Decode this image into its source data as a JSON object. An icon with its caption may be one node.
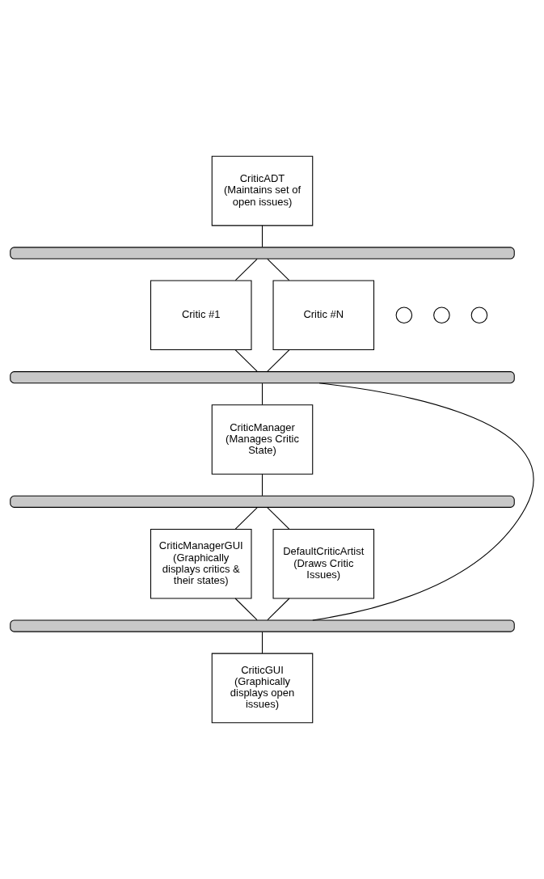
{
  "diagram": {
    "nodes": [
      {
        "text": [
          "CriticADT",
          "(Maintains set of open issues)"
        ]
      },
      {
        "text": [],
        "shape": "bar"
      },
      {
        "text": [
          "Critic #1"
        ]
      },
      {
        "text": [],
        "shape": "circle"
      },
      {
        "text": [],
        "shape": "circle"
      },
      {
        "text": [],
        "shape": "circle"
      },
      {
        "text": [
          "Critic #N"
        ]
      },
      {
        "text": [],
        "shape": "bar"
      },
      {
        "text": [
          "CriticManager",
          "(Manages Critic State)"
        ]
      },
      {
        "text": [],
        "shape": "bar"
      },
      {
        "text": [
          "CriticManagerGUI",
          "(Graphically displays critics & their states)"
        ]
      },
      {
        "text": [
          "DefaultCriticArtist",
          "(Draws Critic Issues)"
        ]
      },
      {
        "text": [],
        "shape": "bar"
      },
      {
        "text": [
          "CriticGUI",
          "(Graphically displays open issues)"
        ]
      }
    ],
    "edges": [
      {
        "from": 0,
        "to": 1,
        "arrow": "none"
      },
      {
        "from": 1,
        "to": 2,
        "arrow": "none"
      },
      {
        "from": 1,
        "to": 6,
        "arrow": "none"
      },
      {
        "from": 2,
        "to": 7,
        "arrow": "none"
      },
      {
        "from": 6,
        "to": 7,
        "arrow": "none"
      },
      {
        "from": 7,
        "to": 8,
        "arrow": "none"
      },
      {
        "from": 7,
        "to": 12,
        "arrow": "none"
      },
      {
        "from": 8,
        "to": 9,
        "arrow": "none"
      },
      {
        "from": 9,
        "to": 10,
        "arrow": "none"
      },
      {
        "from": 9,
        "to": 11,
        "arrow": "none"
      },
      {
        "from": 10,
        "to": 12,
        "arrow": "none"
      },
      {
        "from": 11,
        "to": 12,
        "arrow": "none"
      },
      {
        "from": 12,
        "to": 13,
        "arrow": "none"
      }
    ]
  }
}
